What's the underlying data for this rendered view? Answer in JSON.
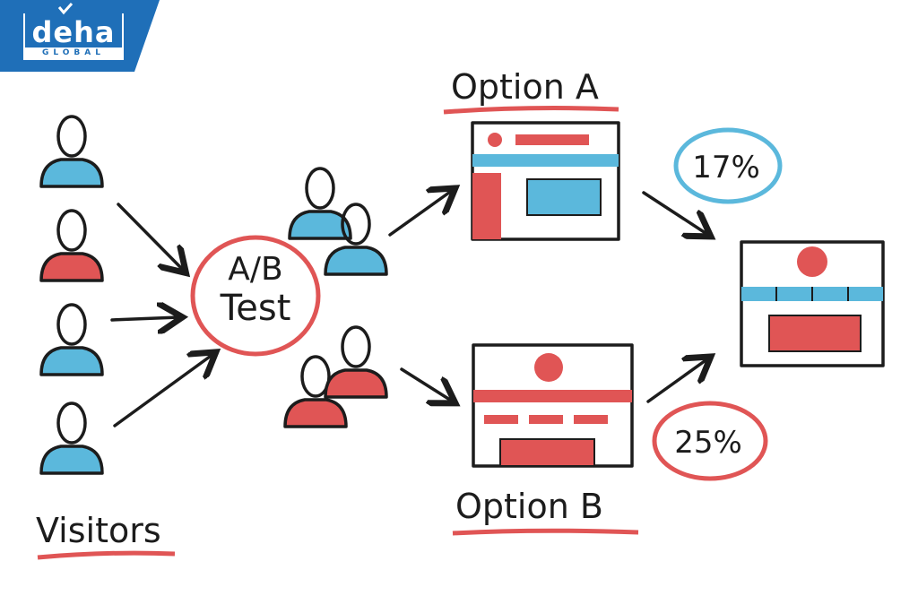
{
  "logo": {
    "main": "deha",
    "sub": "GLOBAL"
  },
  "labels": {
    "visitors": "Visitors",
    "test_line1": "A/B",
    "test_line2": "Test",
    "option_a": "Option A",
    "option_b": "Option B",
    "rate_a": "17%",
    "rate_b": "25%"
  },
  "colors": {
    "blue": "#5bb8dc",
    "red": "#e05555",
    "ink": "#1c1c1c",
    "brand": "#1f6fb8"
  },
  "visitors": [
    "blue",
    "red",
    "blue",
    "blue"
  ]
}
